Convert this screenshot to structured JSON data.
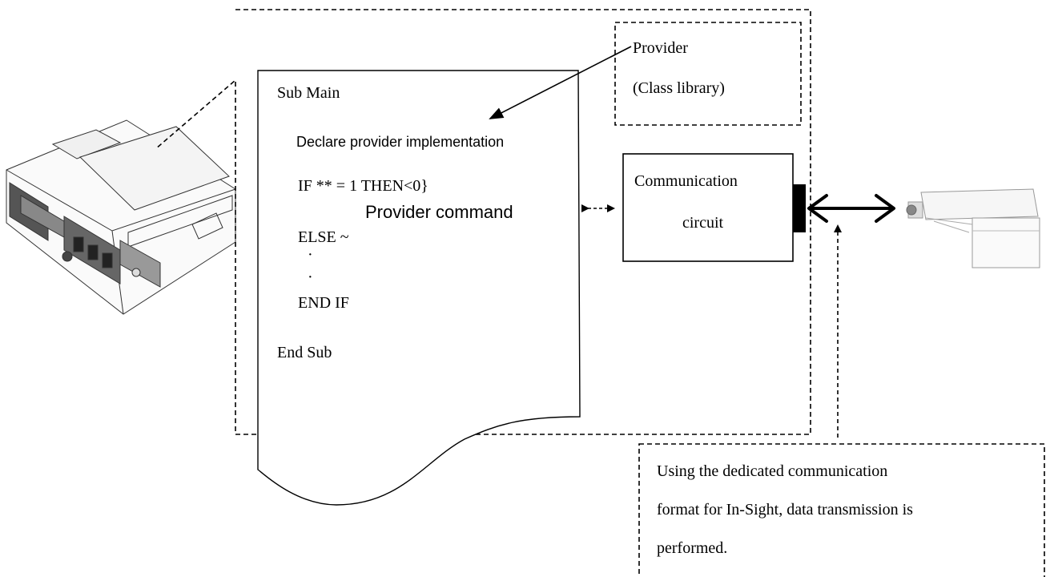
{
  "program": {
    "sub_main": "Sub Main",
    "declare": "Declare provider implementation",
    "if_line": "IF ** = 1 THEN<0}",
    "provider_command": "Provider command",
    "else_line": "ELSE ~",
    "dot1": "·",
    "dot2": "·",
    "end_if": "END IF",
    "end_sub": "End Sub"
  },
  "provider_box": {
    "line1": "Provider",
    "line2": "(Class library)"
  },
  "comm_box": {
    "line1": "Communication",
    "line2": "circuit"
  },
  "note": {
    "line1": "Using the dedicated communication",
    "line2": "format for In-Sight, data transmission is",
    "line3": "performed."
  },
  "icons": {
    "controller": "robot-controller-icon",
    "camera": "vision-camera-icon"
  }
}
